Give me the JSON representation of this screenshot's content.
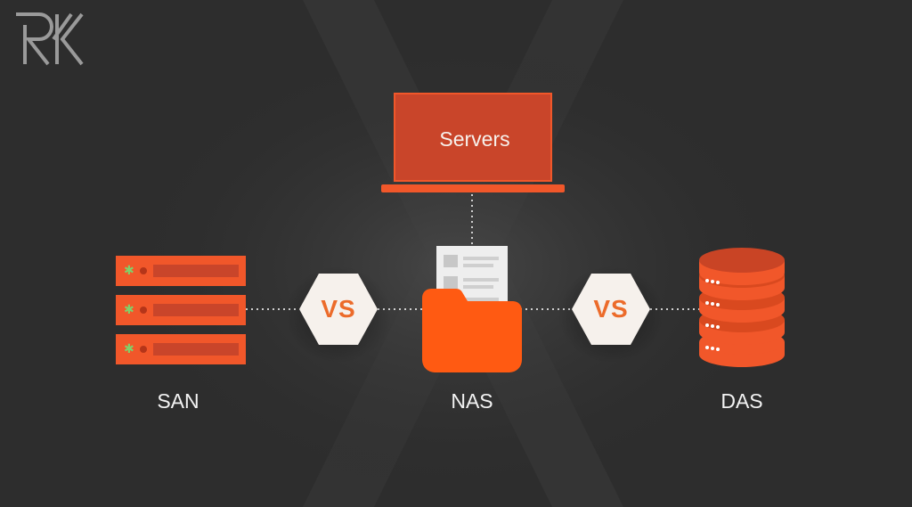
{
  "diagram": {
    "top_node": {
      "label": "Servers",
      "icon": "laptop-icon"
    },
    "nodes": [
      {
        "id": "san",
        "label": "SAN",
        "icon": "server-rack-icon"
      },
      {
        "id": "nas",
        "label": "NAS",
        "icon": "folder-document-icon"
      },
      {
        "id": "das",
        "label": "DAS",
        "icon": "database-stack-icon"
      }
    ],
    "comparisons": [
      {
        "label": "VS",
        "between": [
          "san",
          "nas"
        ]
      },
      {
        "label": "VS",
        "between": [
          "nas",
          "das"
        ]
      }
    ],
    "edges": [
      {
        "from": "top_node",
        "to": "nas",
        "style": "dotted"
      },
      {
        "from": "san",
        "to": "nas",
        "style": "dotted"
      },
      {
        "from": "nas",
        "to": "das",
        "style": "dotted"
      }
    ]
  },
  "brand": {
    "logo_text": "RK",
    "logo_icon": "rk-logo-icon"
  },
  "colors": {
    "background": "#2d2d2d",
    "accent": "#f1572a",
    "accent_dark": "#c9452a",
    "vs_badge": "#f6f1ec",
    "vs_text": "#ec6b2a",
    "label_text": "#f3f3f3"
  }
}
